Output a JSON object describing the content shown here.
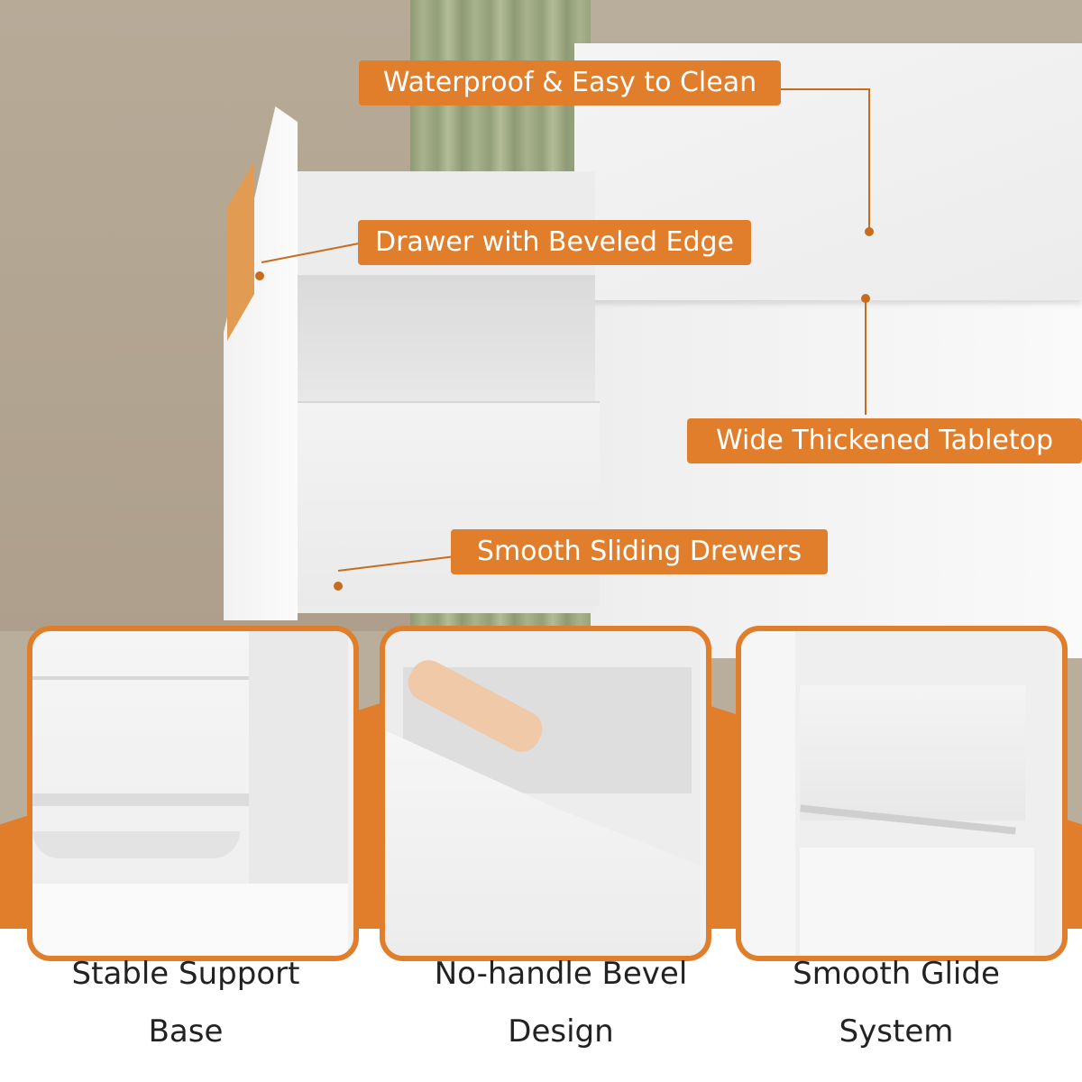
{
  "callouts": [
    {
      "text": "Waterproof & Easy to Clean"
    },
    {
      "text": "Drawer with Beveled Edge"
    },
    {
      "text": "Wide Thickened Tabletop"
    },
    {
      "text": "Smooth Sliding Drewers"
    }
  ],
  "features": [
    {
      "line1": "Stable Support",
      "line2": "Base"
    },
    {
      "line1": "No-handle Bevel",
      "line2": "Design"
    },
    {
      "line1": "Smooth Glide",
      "line2": "System"
    }
  ],
  "colors": {
    "accent": "#e07e2c",
    "wood_white": "#f2f2f2"
  }
}
